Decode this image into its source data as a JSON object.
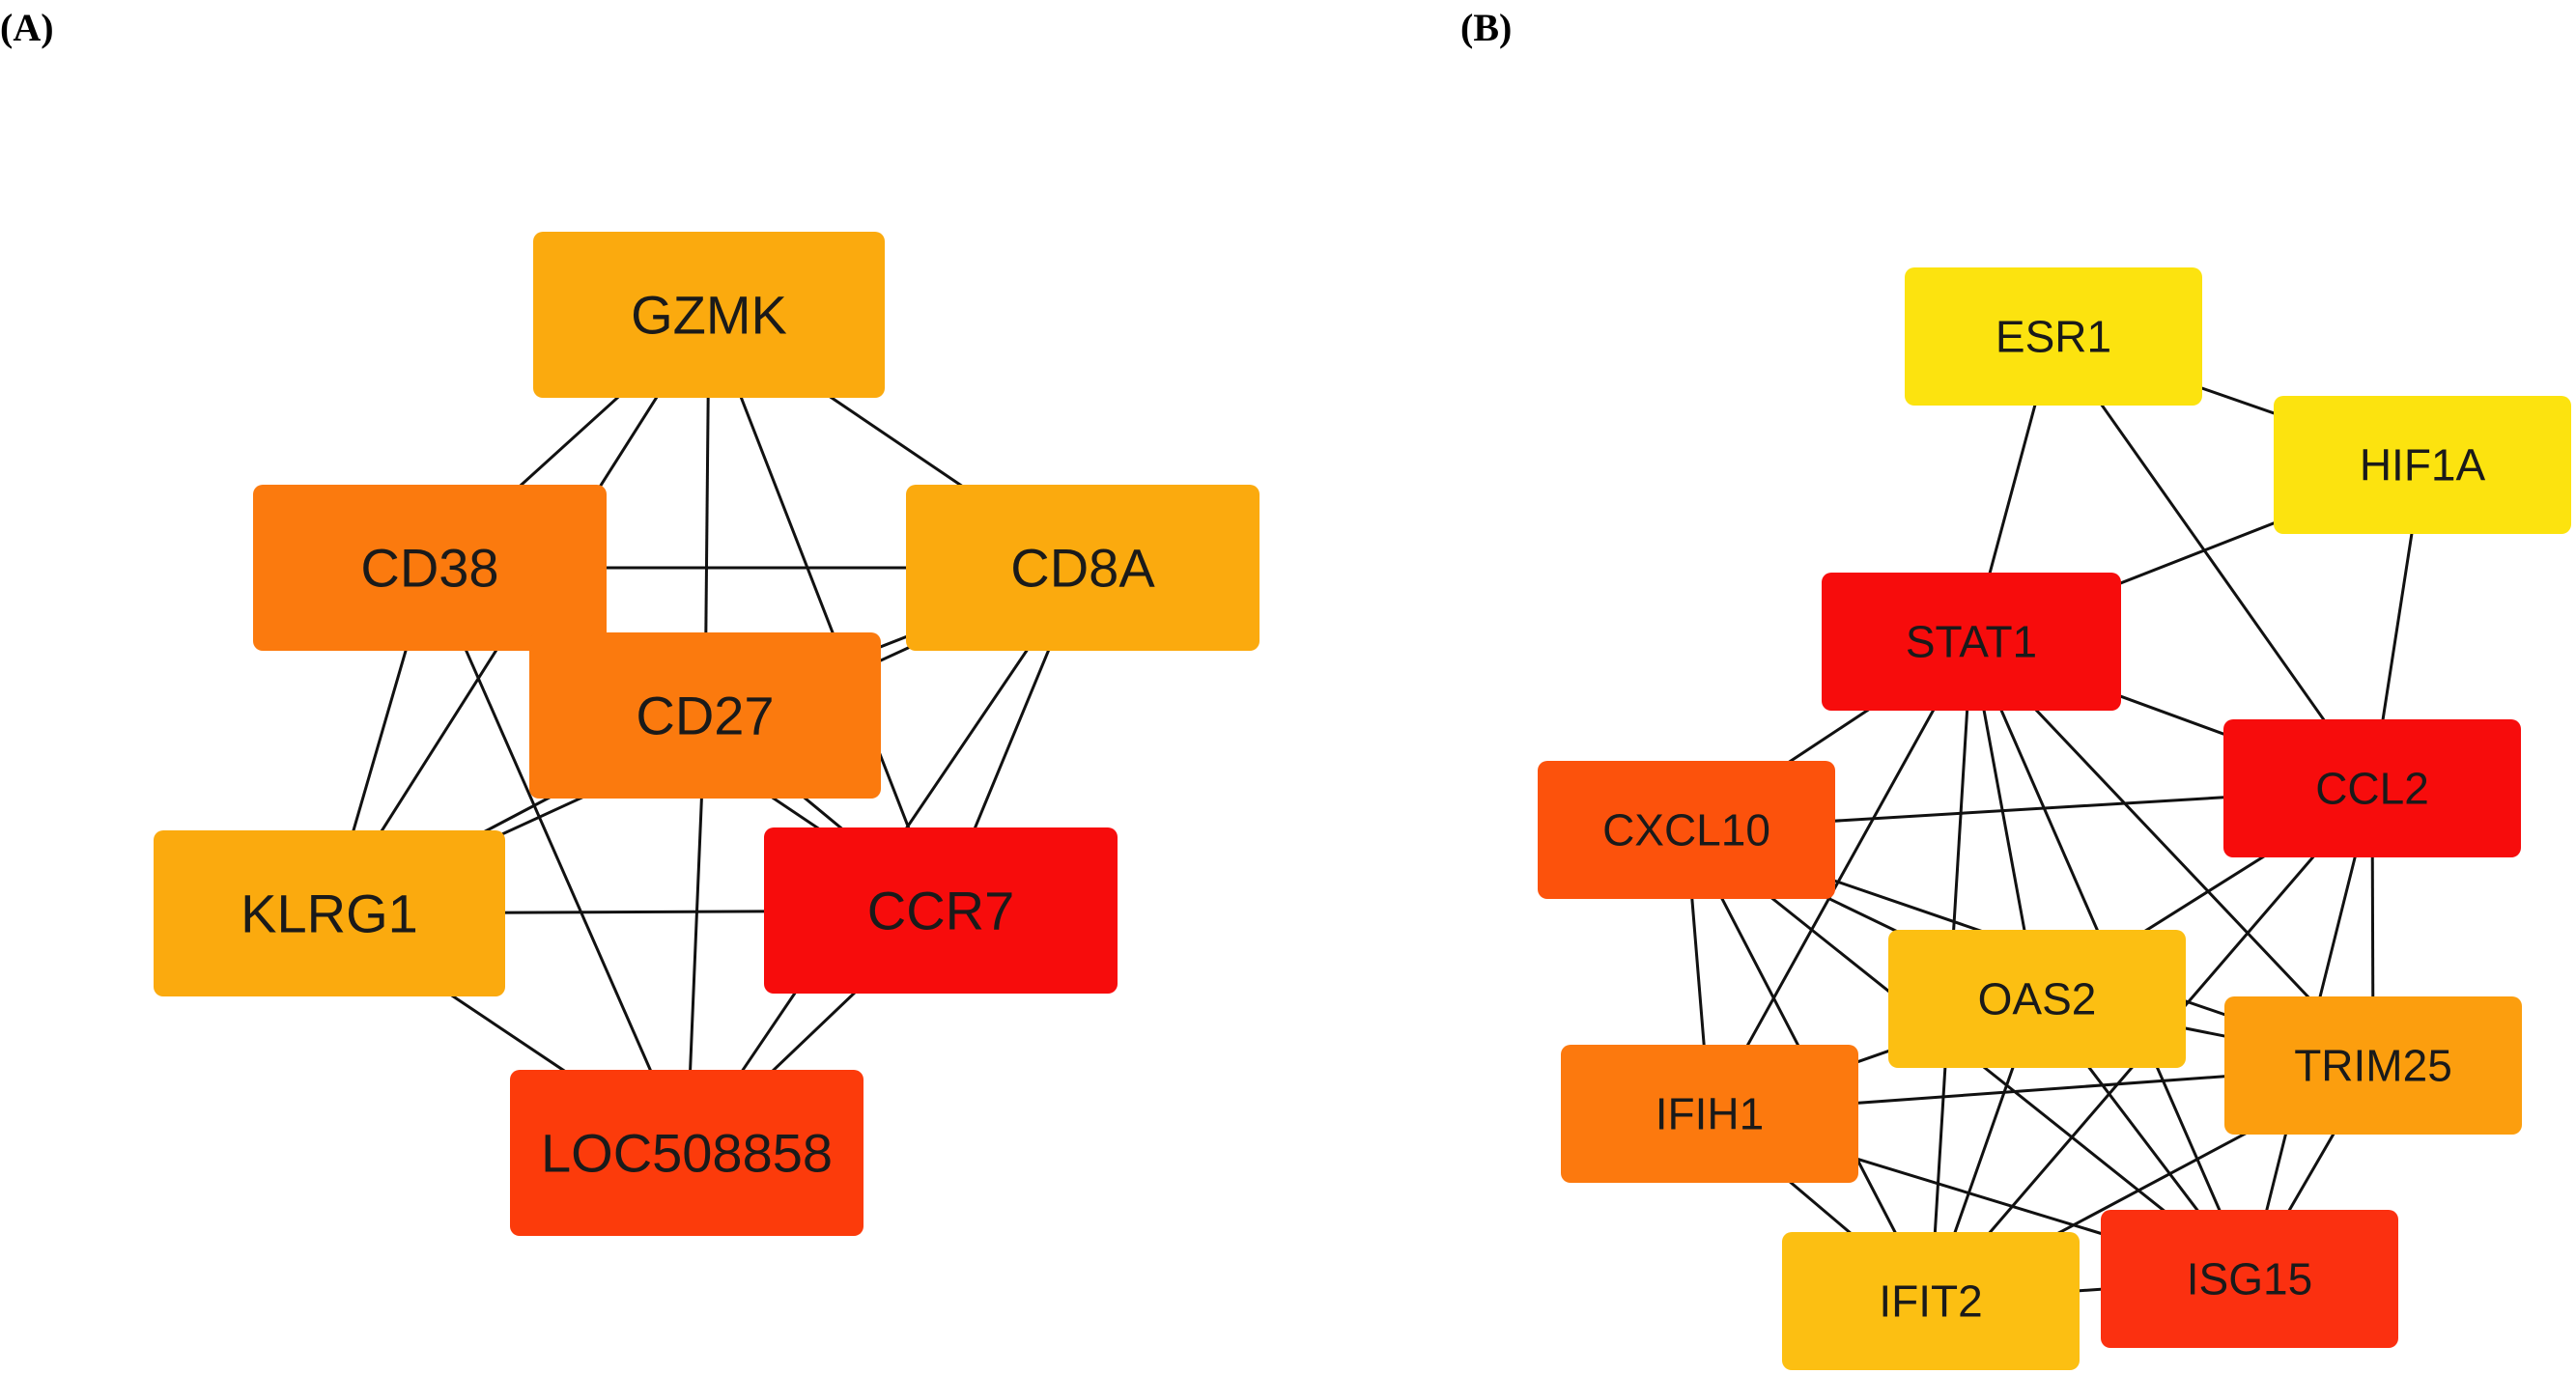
{
  "panels": [
    {
      "id": "A",
      "label": "(A)",
      "nodes": [
        {
          "id": "GZMK",
          "label": "GZMK",
          "color": "#fbaa0e"
        },
        {
          "id": "CD38",
          "label": "CD38",
          "color": "#fb7a0e"
        },
        {
          "id": "CD8A",
          "label": "CD8A",
          "color": "#fbaa0e"
        },
        {
          "id": "CD27",
          "label": "CD27",
          "color": "#fb7a0e"
        },
        {
          "id": "KLRG1",
          "label": "KLRG1",
          "color": "#fbaa0e"
        },
        {
          "id": "CCR7",
          "label": "CCR7",
          "color": "#f70c0c"
        },
        {
          "id": "LOC508858",
          "label": "LOC508858",
          "color": "#fc3b0b"
        }
      ],
      "edges": [
        [
          "GZMK",
          "CD38"
        ],
        [
          "GZMK",
          "CD8A"
        ],
        [
          "GZMK",
          "CD27"
        ],
        [
          "GZMK",
          "CCR7"
        ],
        [
          "GZMK",
          "KLRG1"
        ],
        [
          "CD38",
          "CD8A"
        ],
        [
          "CD38",
          "CD27"
        ],
        [
          "CD38",
          "KLRG1"
        ],
        [
          "CD38",
          "LOC508858"
        ],
        [
          "CD38",
          "CCR7"
        ],
        [
          "CD8A",
          "CD27"
        ],
        [
          "CD8A",
          "CCR7"
        ],
        [
          "CD8A",
          "LOC508858"
        ],
        [
          "CD8A",
          "KLRG1"
        ],
        [
          "CD27",
          "KLRG1"
        ],
        [
          "CD27",
          "CCR7"
        ],
        [
          "CD27",
          "LOC508858"
        ],
        [
          "KLRG1",
          "CCR7"
        ],
        [
          "KLRG1",
          "LOC508858"
        ],
        [
          "CCR7",
          "LOC508858"
        ]
      ]
    },
    {
      "id": "B",
      "label": "(B)",
      "nodes": [
        {
          "id": "ESR1",
          "label": "ESR1",
          "color": "#fce30f"
        },
        {
          "id": "HIF1A",
          "label": "HIF1A",
          "color": "#fce30f"
        },
        {
          "id": "STAT1",
          "label": "STAT1",
          "color": "#f70c0c"
        },
        {
          "id": "CCL2",
          "label": "CCL2",
          "color": "#f70c0c"
        },
        {
          "id": "CXCL10",
          "label": "CXCL10",
          "color": "#fc520c"
        },
        {
          "id": "OAS2",
          "label": "OAS2",
          "color": "#fcbf12"
        },
        {
          "id": "TRIM25",
          "label": "TRIM25",
          "color": "#fc9e0e"
        },
        {
          "id": "IFIH1",
          "label": "IFIH1",
          "color": "#fc790e"
        },
        {
          "id": "ISG15",
          "label": "ISG15",
          "color": "#fb3010"
        },
        {
          "id": "IFIT2",
          "label": "IFIT2",
          "color": "#fcbf12"
        }
      ],
      "edges": [
        [
          "ESR1",
          "HIF1A"
        ],
        [
          "ESR1",
          "STAT1"
        ],
        [
          "ESR1",
          "CCL2"
        ],
        [
          "HIF1A",
          "STAT1"
        ],
        [
          "HIF1A",
          "CCL2"
        ],
        [
          "STAT1",
          "CXCL10"
        ],
        [
          "STAT1",
          "CCL2"
        ],
        [
          "STAT1",
          "OAS2"
        ],
        [
          "STAT1",
          "TRIM25"
        ],
        [
          "STAT1",
          "IFIH1"
        ],
        [
          "STAT1",
          "ISG15"
        ],
        [
          "STAT1",
          "IFIT2"
        ],
        [
          "CCL2",
          "CXCL10"
        ],
        [
          "CCL2",
          "OAS2"
        ],
        [
          "CCL2",
          "TRIM25"
        ],
        [
          "CCL2",
          "ISG15"
        ],
        [
          "CCL2",
          "IFIT2"
        ],
        [
          "CXCL10",
          "OAS2"
        ],
        [
          "CXCL10",
          "TRIM25"
        ],
        [
          "CXCL10",
          "IFIH1"
        ],
        [
          "CXCL10",
          "ISG15"
        ],
        [
          "CXCL10",
          "IFIT2"
        ],
        [
          "OAS2",
          "TRIM25"
        ],
        [
          "OAS2",
          "IFIH1"
        ],
        [
          "OAS2",
          "ISG15"
        ],
        [
          "OAS2",
          "IFIT2"
        ],
        [
          "TRIM25",
          "IFIH1"
        ],
        [
          "TRIM25",
          "ISG15"
        ],
        [
          "TRIM25",
          "IFIT2"
        ],
        [
          "IFIH1",
          "ISG15"
        ],
        [
          "IFIH1",
          "IFIT2"
        ],
        [
          "ISG15",
          "IFIT2"
        ]
      ]
    }
  ]
}
